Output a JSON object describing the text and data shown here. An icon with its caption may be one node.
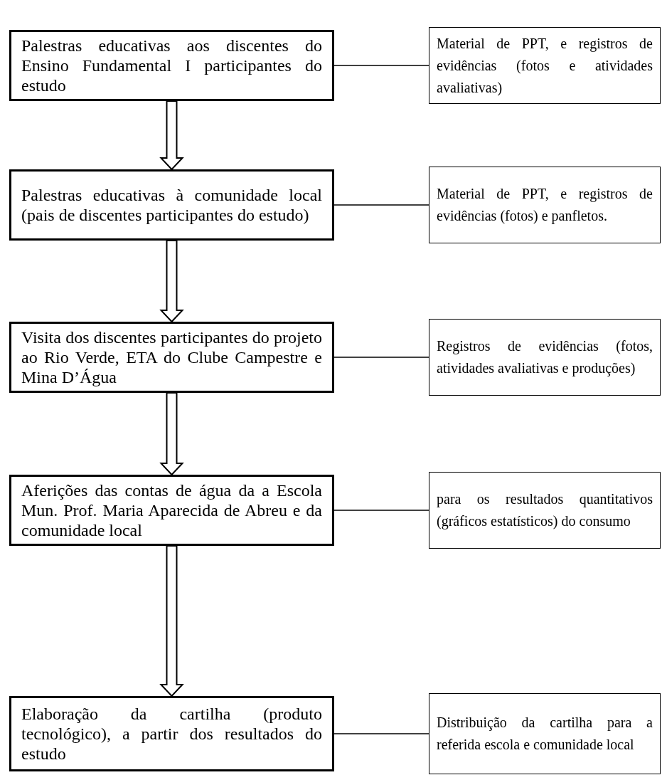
{
  "diagram": {
    "nodes": [
      {
        "text": [
          "Palestras educativas aos discentes do Ensino Fundamental I participantes do estudo"
        ]
      },
      {
        "text": [
          "Material de PPT, e registros de evidências (fotos e atividades avaliativas)"
        ]
      },
      {
        "text": [
          "Palestras educativas à comunidade local (pais de discentes participantes do estudo)"
        ]
      },
      {
        "text": [
          "Material de PPT, e registros de evidências (fotos) e panfletos."
        ]
      },
      {
        "text": [
          "Visita dos discentes participantes do projeto ao Rio Verde, ETA do Clube Campestre e Mina D’Água"
        ]
      },
      {
        "text": [
          "Registros de evidências (fotos, atividades avaliativas e produções)"
        ]
      },
      {
        "text": [
          "Aferições das contas de água da a Escola Mun. Prof. Maria Aparecida de Abreu e da comunidade local"
        ]
      },
      {
        "text": [
          "para os resultados quantitativos (gráficos estatísticos) do consumo"
        ]
      },
      {
        "text": [
          "Elaboração da cartilha (produto tecnológico), a partir dos resultados do estudo"
        ]
      },
      {
        "text": [
          "Distribuição da cartilha para a referida escola e comunidade local"
        ]
      }
    ],
    "edges": [
      {
        "from": 0,
        "to": 1,
        "arrow": "none"
      },
      {
        "from": 0,
        "to": 2,
        "arrow": "to"
      },
      {
        "from": 2,
        "to": 3,
        "arrow": "none"
      },
      {
        "from": 2,
        "to": 4,
        "arrow": "to"
      },
      {
        "from": 4,
        "to": 5,
        "arrow": "none"
      },
      {
        "from": 4,
        "to": 6,
        "arrow": "to"
      },
      {
        "from": 6,
        "to": 7,
        "arrow": "none"
      },
      {
        "from": 6,
        "to": 8,
        "arrow": "to"
      },
      {
        "from": 8,
        "to": 9,
        "arrow": "none"
      }
    ]
  }
}
